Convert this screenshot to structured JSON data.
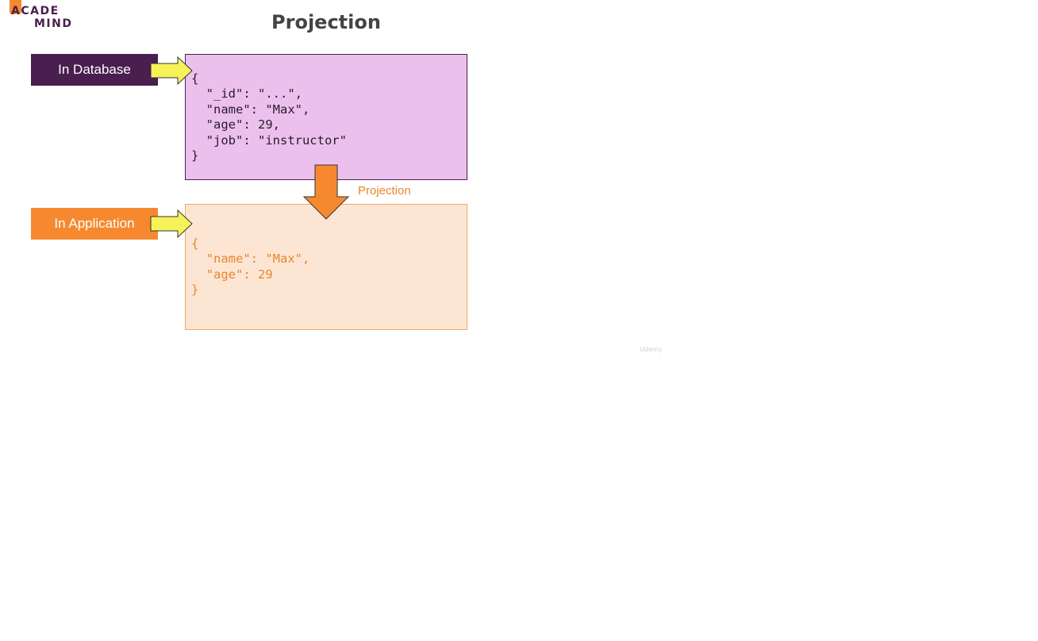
{
  "logo": {
    "line1": "ACADE",
    "line2": "MIND"
  },
  "title": "Projection",
  "database": {
    "label": "In Database",
    "code": "{\n  \"_id\": \"...\",\n  \"name\": \"Max\",\n  \"age\": 29,\n  \"job\": \"instructor\"\n}"
  },
  "application": {
    "label": "In Application",
    "code": "{\n  \"name\": \"Max\",\n  \"age\": 29\n}"
  },
  "projection_label": "Projection",
  "watermark": "Udemy",
  "colors": {
    "database_dark": "#4a1e4e",
    "database_light": "#ecc0ec",
    "application_orange": "#f6892f",
    "application_light": "#fde5d3",
    "pointer_yellow": "#f7f25a"
  }
}
